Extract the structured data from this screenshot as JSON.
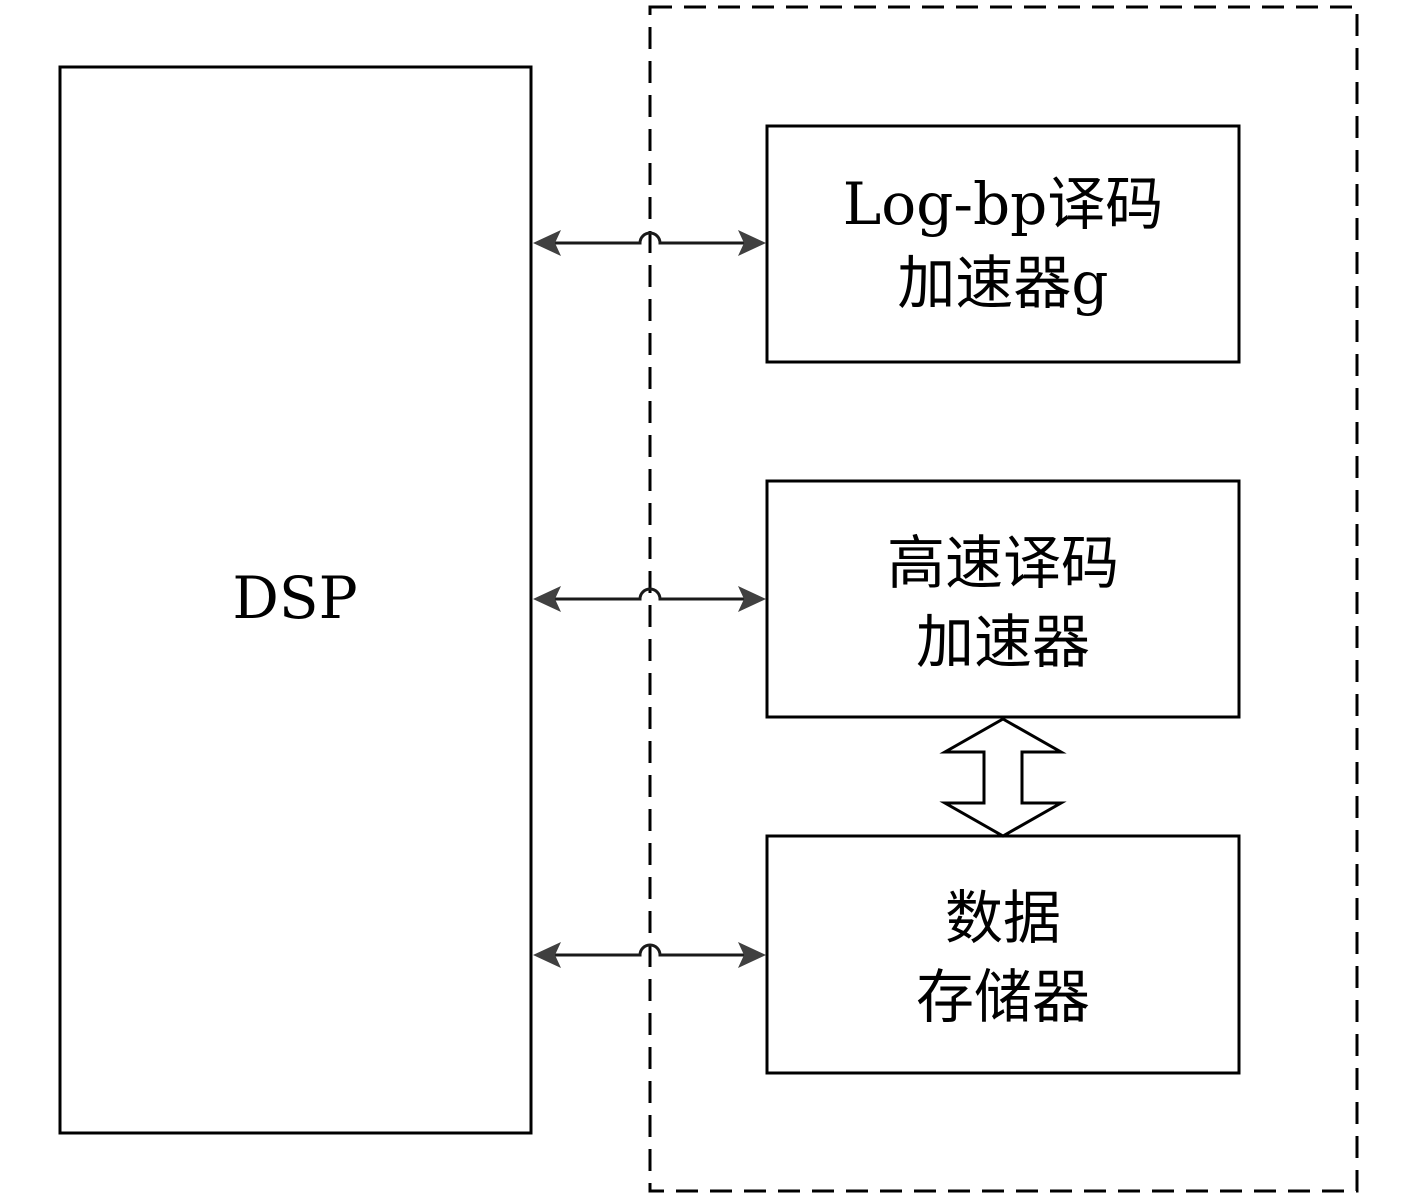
{
  "diagram": {
    "dsp": {
      "label": "DSP"
    },
    "blocks": [
      {
        "line1": "Log-bp译码",
        "line2": "加速器g"
      },
      {
        "line1": "高速译码",
        "line2": "加速器"
      },
      {
        "line1": "数据",
        "line2": "存储器"
      }
    ]
  }
}
